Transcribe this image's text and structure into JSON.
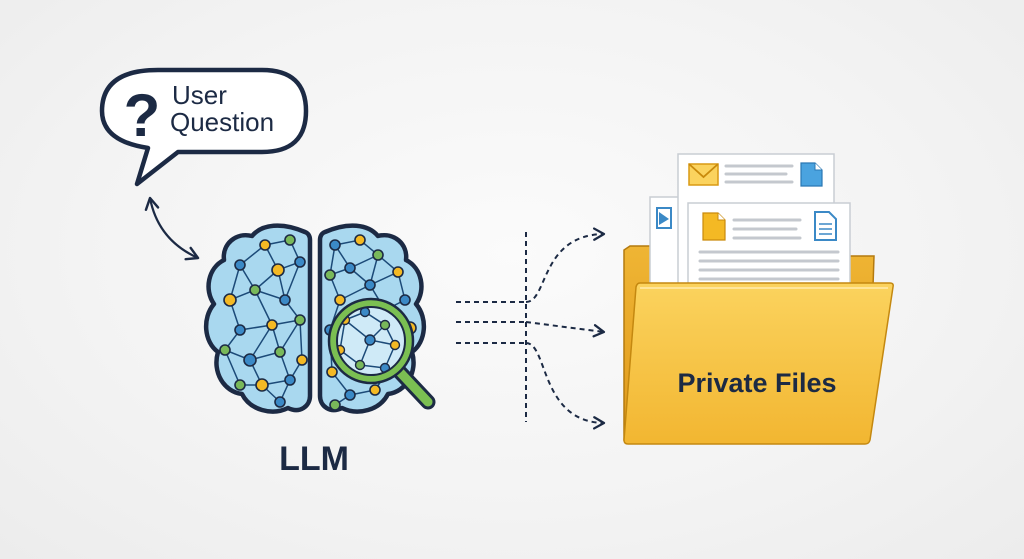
{
  "bubble": {
    "line1": "User",
    "line2": "Question",
    "icon": "question-mark-icon"
  },
  "llm": {
    "label": "LLM",
    "icon": "brain-network-icon",
    "magnifier_icon": "magnifying-glass-icon"
  },
  "folder": {
    "label": "Private Files",
    "icon": "folder-icon",
    "documents": [
      "mail-icon",
      "file-icon",
      "image-icon",
      "text-file-icon"
    ]
  },
  "colors": {
    "outline": "#1c2a44",
    "brain_fill": "#a9d8ef",
    "node_yellow": "#f4b924",
    "node_green": "#79b85a",
    "node_blue": "#3b89c6",
    "magnifier": "#7bbf52",
    "folder_front": "#f6c344",
    "folder_back": "#e9a822",
    "accent_blue": "#4aa3df"
  }
}
